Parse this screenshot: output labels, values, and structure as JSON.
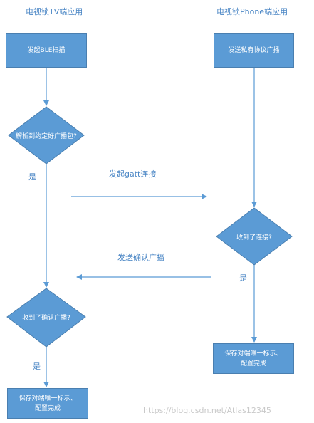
{
  "lanes": {
    "tv_title": "电视锁TV端应用",
    "phone_title": "电视锁Phone端应用"
  },
  "nodes": {
    "tv_start": "发起BLE扫描",
    "tv_decision_parse": "解析到约定好广播包?",
    "tv_decision_confirm": "收到了确认广播?",
    "tv_save": "保存对端唯一标示、\n配置完成",
    "phone_start": "发送私有协议广播",
    "phone_decision_connect": "收到了连接?",
    "phone_save": "保存对端唯一标示、\n配置完成"
  },
  "edges": {
    "yes_parse": "是",
    "gatt_connect": "发起gatt连接",
    "yes_connect": "是",
    "send_confirm": "发送确认广播",
    "yes_confirm": "是"
  },
  "watermark": "https://blog.csdn.net/Atlas12345",
  "colors": {
    "node_fill": "#5b9bd5",
    "node_stroke": "#4a7fb0",
    "arrow": "#5b9bd5",
    "text_accent": "#4a86c5"
  }
}
